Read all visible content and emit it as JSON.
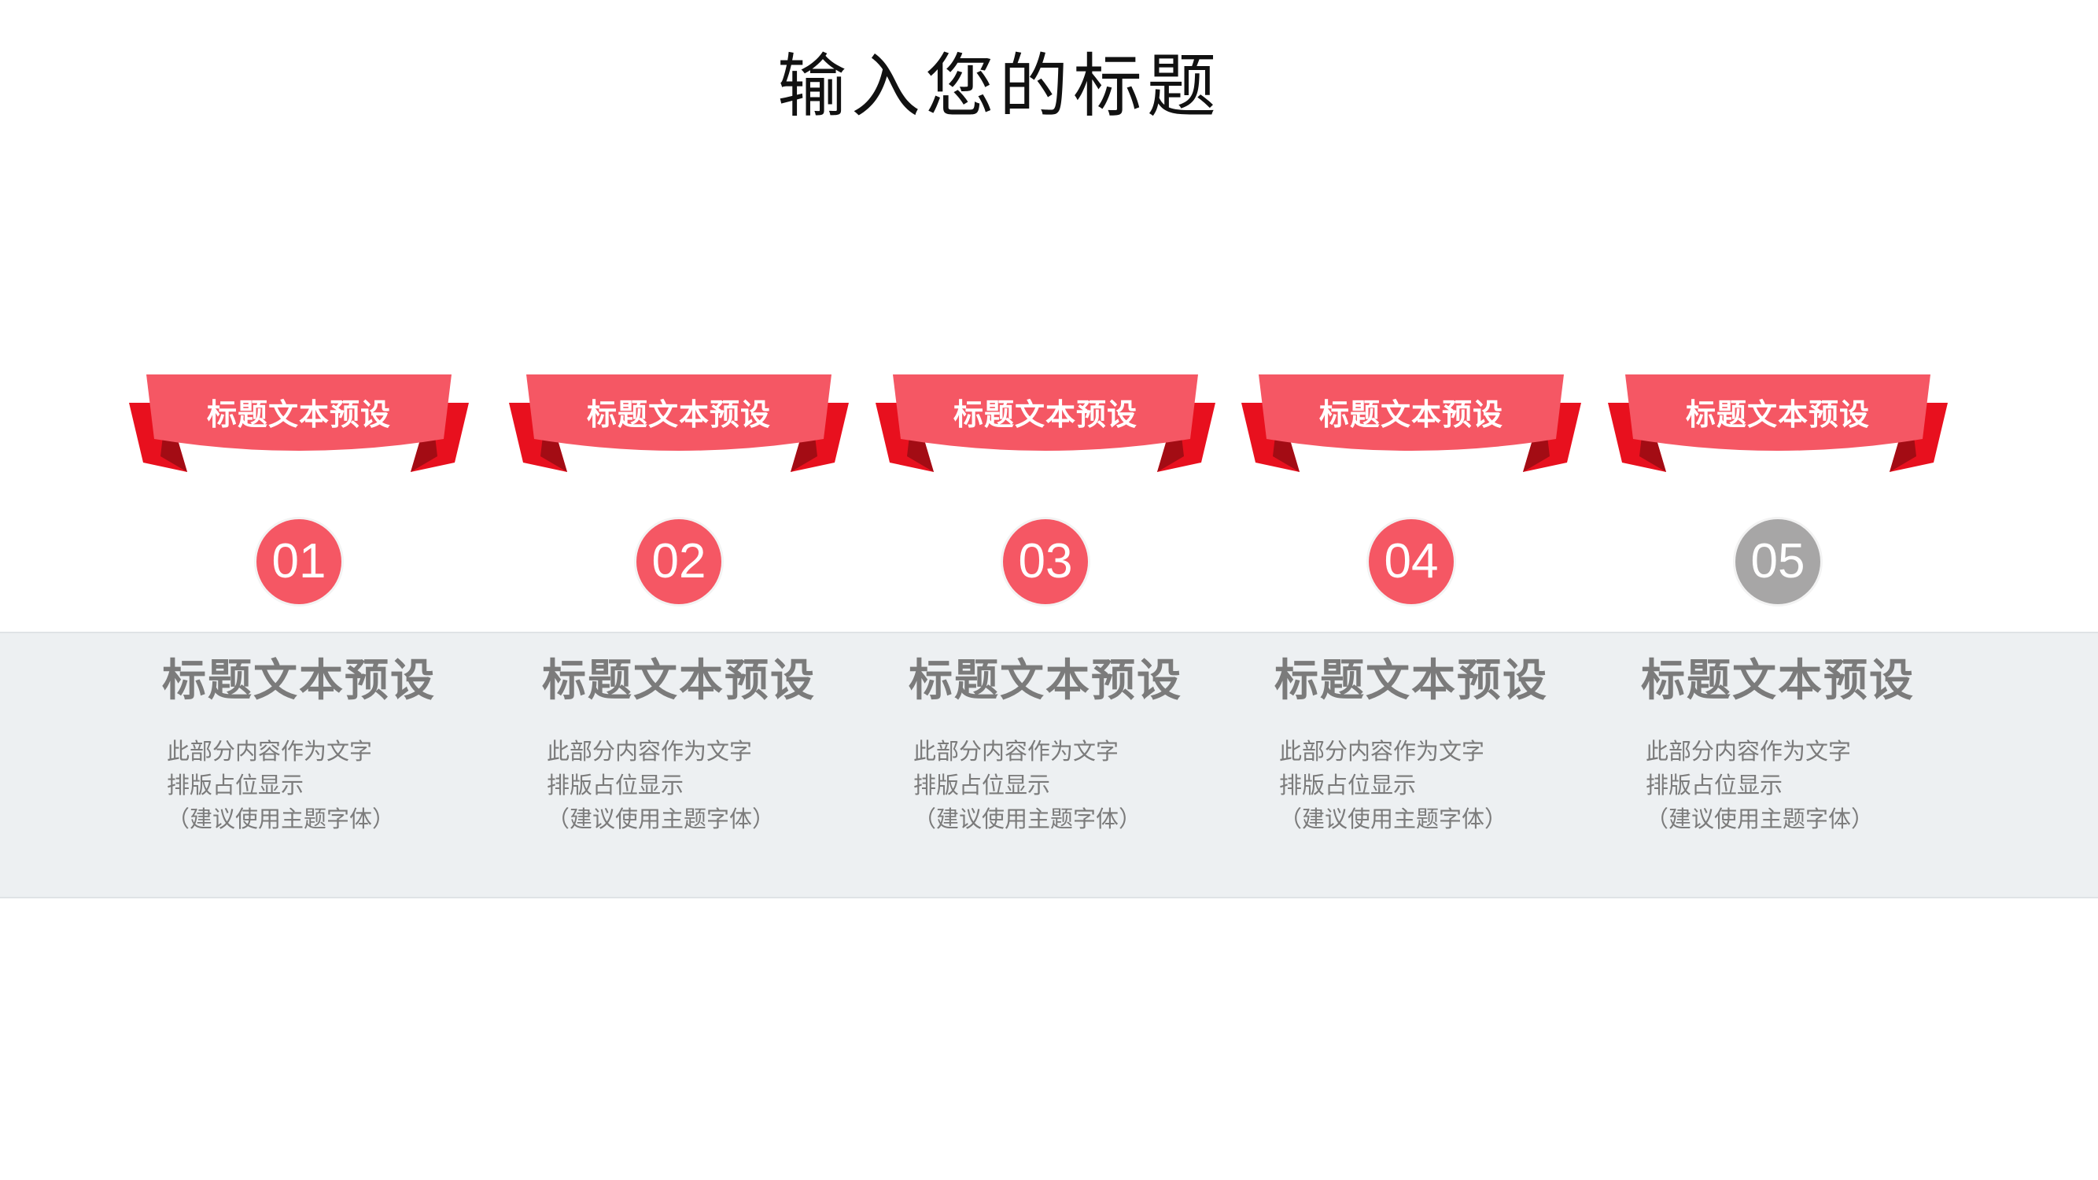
{
  "title": "输入您的标题",
  "colors": {
    "accent": "#f55764",
    "ribbon_dark": "#e8101e",
    "ribbon_fold": "#a30c14",
    "muted": "#a7a6a6",
    "band": "#edf0f2",
    "text_gray": "#7b7b7b"
  },
  "items": [
    {
      "ribbon_label": "标题文本预设",
      "number": "01",
      "heading": "标题文本预设",
      "desc": [
        "此部分内容作为文字",
        "排版占位显示",
        "（建议使用主题字体）"
      ],
      "badge_color": "#f55764"
    },
    {
      "ribbon_label": "标题文本预设",
      "number": "02",
      "heading": "标题文本预设",
      "desc": [
        "此部分内容作为文字",
        "排版占位显示",
        "（建议使用主题字体）"
      ],
      "badge_color": "#f55764"
    },
    {
      "ribbon_label": "标题文本预设",
      "number": "03",
      "heading": "标题文本预设",
      "desc": [
        "此部分内容作为文字",
        "排版占位显示",
        "（建议使用主题字体）"
      ],
      "badge_color": "#f55764"
    },
    {
      "ribbon_label": "标题文本预设",
      "number": "04",
      "heading": "标题文本预设",
      "desc": [
        "此部分内容作为文字",
        "排版占位显示",
        "（建议使用主题字体）"
      ],
      "badge_color": "#f55764"
    },
    {
      "ribbon_label": "标题文本预设",
      "number": "05",
      "heading": "标题文本预设",
      "desc": [
        "此部分内容作为文字",
        "排版占位显示",
        "（建议使用主题字体）"
      ],
      "badge_color": "#a7a6a6"
    }
  ]
}
